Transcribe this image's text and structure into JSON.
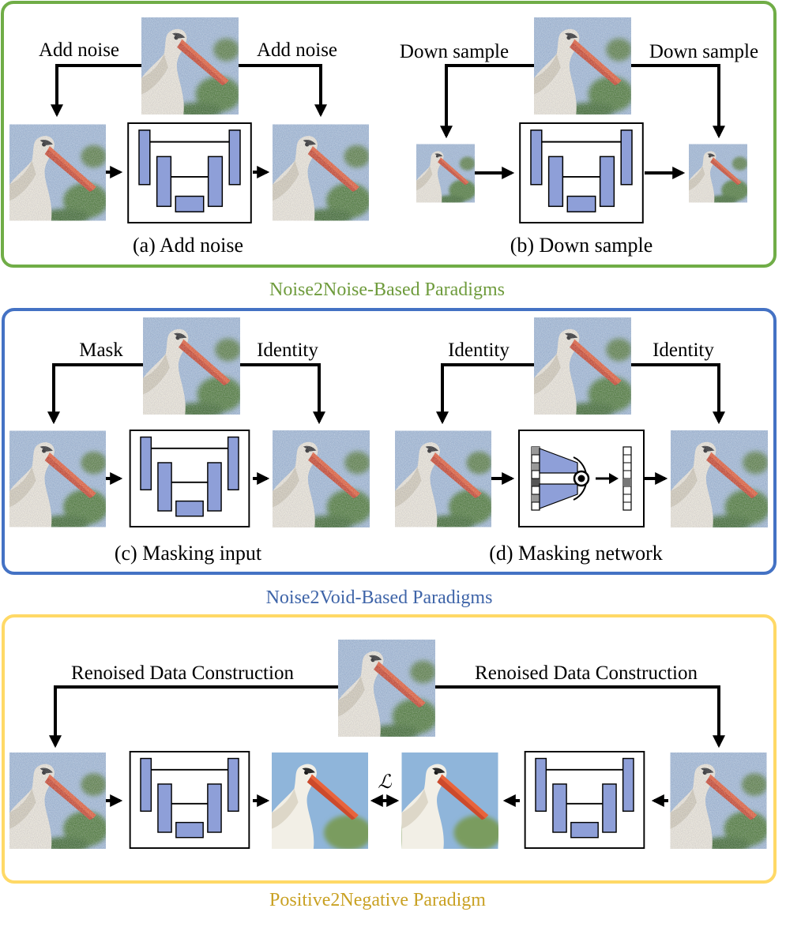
{
  "colors": {
    "green": "#70ad47",
    "blue": "#4472c4",
    "yellow": "#ffd966",
    "green_text": "#6e9b3c",
    "blue_text": "#3e64a8",
    "yellow_text": "#c9a123",
    "unet_block": "#8e9fd8"
  },
  "icons": {
    "network": "unet-icon",
    "masking_network": "blind-spot-network-icon",
    "image": "stork-image"
  },
  "noise2noise": {
    "title": "Noise2Noise-Based Paradigms",
    "a": {
      "left_arrow_label": "Add noise",
      "right_arrow_label": "Add noise",
      "caption": "(a) Add noise"
    },
    "b": {
      "left_arrow_label": "Down sample",
      "right_arrow_label": "Down sample",
      "caption": "(b) Down sample"
    }
  },
  "noise2void": {
    "title": "Noise2Void-Based Paradigms",
    "c": {
      "left_arrow_label": "Mask",
      "right_arrow_label": "Identity",
      "caption": "(c) Masking input"
    },
    "d": {
      "left_arrow_label": "Identity",
      "right_arrow_label": "Identity",
      "caption": "(d) Masking network"
    }
  },
  "positive2negative": {
    "title": "Positive2Negative Paradigm",
    "left_arrow_label": "Renoised Data Construction",
    "right_arrow_label": "Renoised Data Construction",
    "loss_symbol": "ℒ"
  }
}
